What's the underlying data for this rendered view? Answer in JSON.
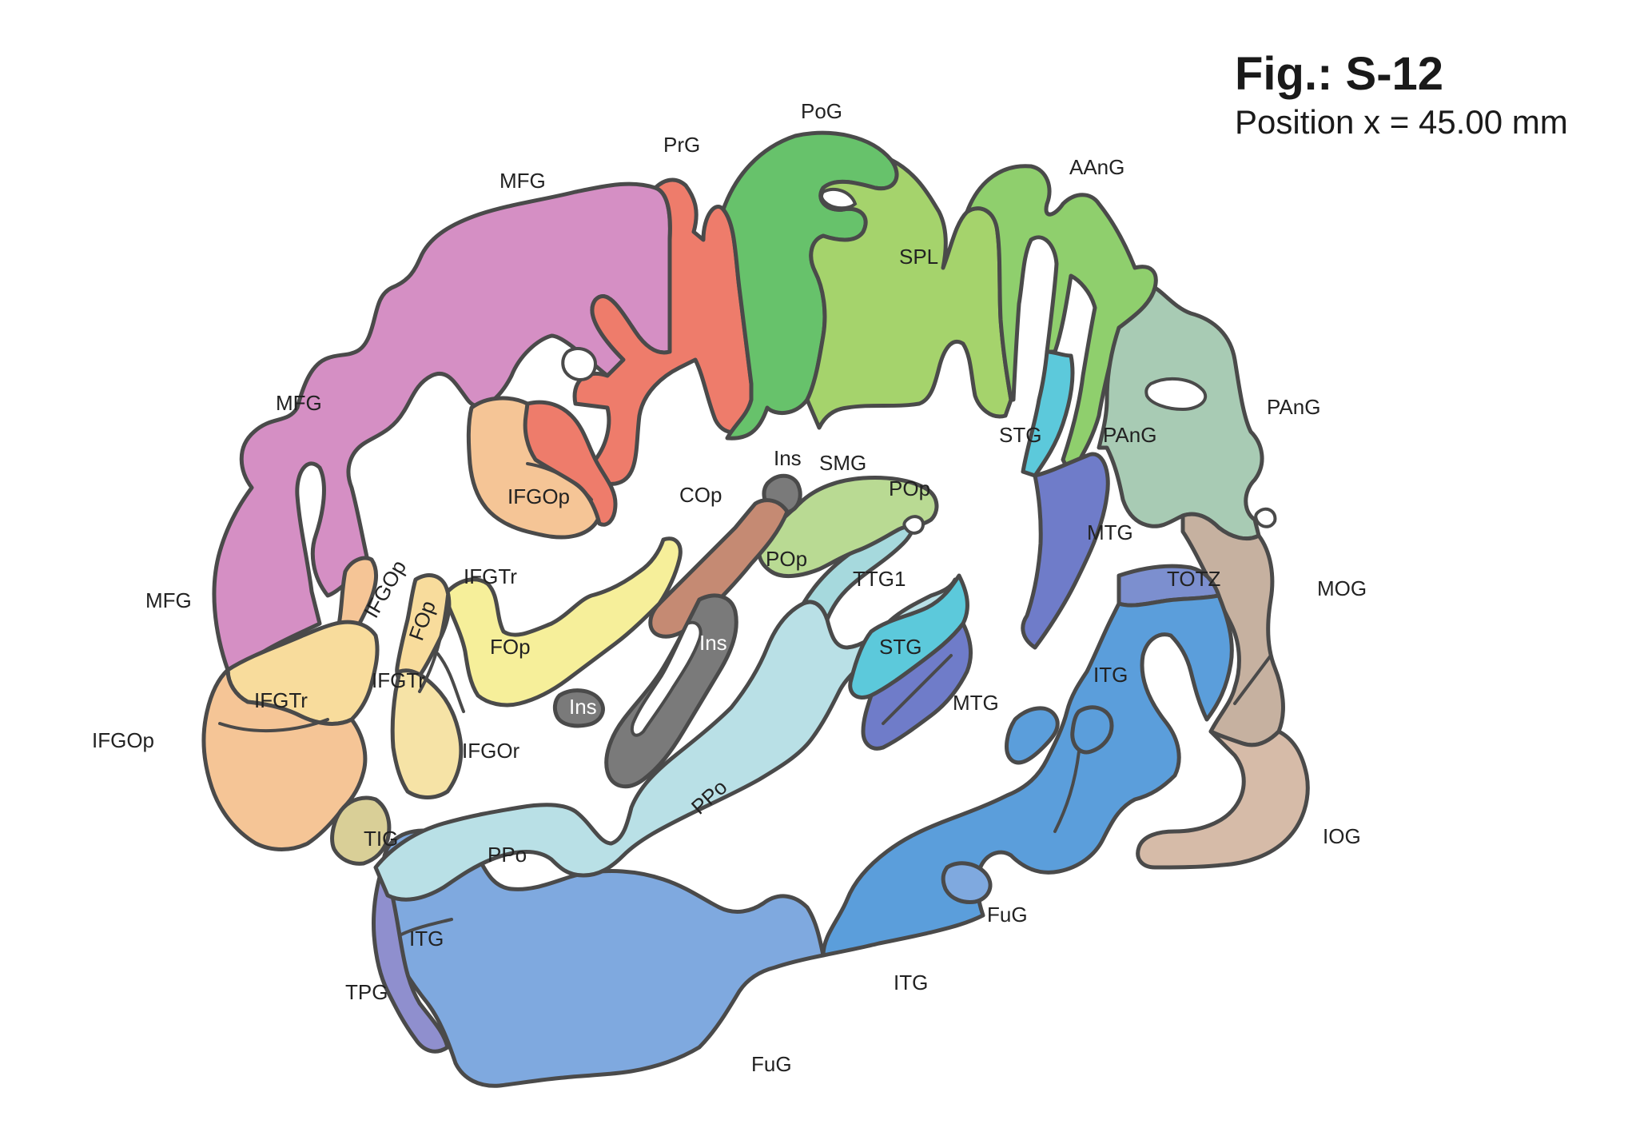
{
  "figure": {
    "title": "Fig.: S-12",
    "subtitle": "Position x = 45.00 mm"
  },
  "colors": {
    "MFG": "#d58fc4",
    "PrG": "#ee7c6b",
    "PoG": "#67c26b",
    "SPL": "#a5d36c",
    "AAnG": "#8fcf6d",
    "PAnG": "#a8cbb4",
    "MOG": "#c6b1a0",
    "IOG": "#d6bba8",
    "STG": "#5cc9db",
    "MTG": "#6f7cc9",
    "ITG": "#5b9edb",
    "FuG": "#7fa9df",
    "TOTZ": "#7c8fcf",
    "PPo": "#b9e0e6",
    "TTG1": "#a6d9dd",
    "POp": "#b9da93",
    "Ins": "#7a7a7a",
    "COp": "#c58a73",
    "FOp": "#f6ef9a",
    "IFGOp": "#f5c596",
    "IFGTr": "#f8dc9c",
    "IFGOr": "#f6e3a6",
    "TIG": "#d9cf97",
    "TPG": "#8f8fce"
  },
  "labels": [
    {
      "id": "pog",
      "text": "PoG",
      "dark": true
    },
    {
      "id": "prg",
      "text": "PrG",
      "dark": true
    },
    {
      "id": "mfg1",
      "text": "MFG",
      "dark": true
    },
    {
      "id": "aang",
      "text": "AAnG",
      "dark": true
    },
    {
      "id": "spl",
      "text": "SPL",
      "dark": true
    },
    {
      "id": "mfg2",
      "text": "MFG",
      "dark": true
    },
    {
      "id": "pang1",
      "text": "PAnG",
      "dark": true
    },
    {
      "id": "stg1",
      "text": "STG",
      "dark": true
    },
    {
      "id": "pang2",
      "text": "PAnG",
      "dark": true
    },
    {
      "id": "ins1",
      "text": "Ins",
      "dark": true
    },
    {
      "id": "smg",
      "text": "SMG",
      "dark": true
    },
    {
      "id": "ifgop1",
      "text": "IFGOp",
      "dark": true
    },
    {
      "id": "cop",
      "text": "COp",
      "dark": true
    },
    {
      "id": "pop1",
      "text": "POp",
      "dark": true
    },
    {
      "id": "mtg1",
      "text": "MTG",
      "dark": true
    },
    {
      "id": "pop2",
      "text": "POp",
      "dark": true
    },
    {
      "id": "ifgop2",
      "text": "IFGOp",
      "dark": true
    },
    {
      "id": "ifgtr1",
      "text": "IFGTr",
      "dark": true
    },
    {
      "id": "ttg1",
      "text": "TTG1",
      "dark": true
    },
    {
      "id": "totz",
      "text": "TOTZ",
      "dark": true
    },
    {
      "id": "mog",
      "text": "MOG",
      "dark": true
    },
    {
      "id": "mfg3",
      "text": "MFG",
      "dark": true
    },
    {
      "id": "fop1",
      "text": "FOp",
      "dark": true
    },
    {
      "id": "fop2",
      "text": "FOp",
      "dark": true
    },
    {
      "id": "ins2",
      "text": "Ins",
      "dark": false
    },
    {
      "id": "stg2",
      "text": "STG",
      "dark": true
    },
    {
      "id": "itg1",
      "text": "ITG",
      "dark": true
    },
    {
      "id": "ifgtr2",
      "text": "IFGTr",
      "dark": true
    },
    {
      "id": "ifgtr3",
      "text": "IFGTr",
      "dark": true
    },
    {
      "id": "ins3",
      "text": "Ins",
      "dark": false
    },
    {
      "id": "mtg2",
      "text": "MTG",
      "dark": true
    },
    {
      "id": "ifgop3",
      "text": "IFGOp",
      "dark": true
    },
    {
      "id": "ifgor",
      "text": "IFGOr",
      "dark": true
    },
    {
      "id": "ppo1",
      "text": "PPo",
      "dark": true
    },
    {
      "id": "iog",
      "text": "IOG",
      "dark": true
    },
    {
      "id": "tig",
      "text": "TIG",
      "dark": true
    },
    {
      "id": "ppo2",
      "text": "PPo",
      "dark": true
    },
    {
      "id": "fug1",
      "text": "FuG",
      "dark": true
    },
    {
      "id": "itg2",
      "text": "ITG",
      "dark": true
    },
    {
      "id": "itg3",
      "text": "ITG",
      "dark": true
    },
    {
      "id": "tpg",
      "text": "TPG",
      "dark": true
    },
    {
      "id": "fug2",
      "text": "FuG",
      "dark": true
    }
  ]
}
